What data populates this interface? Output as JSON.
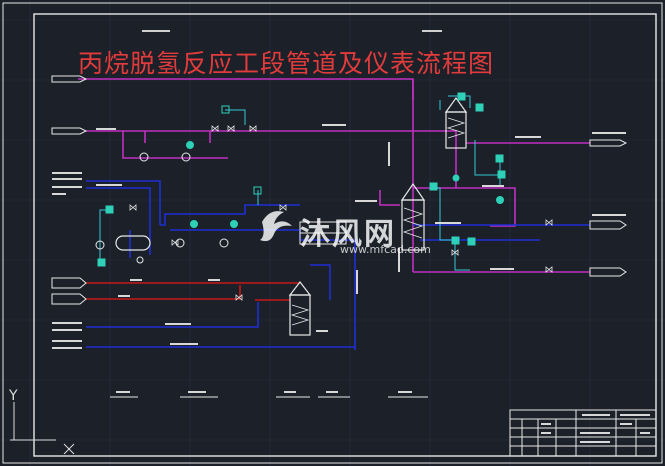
{
  "title": "丙烷脱氢反应工段管道及仪表流程图",
  "watermark": {
    "brand": "沐风网",
    "url": "www.mfcad.com"
  },
  "axis_label": "Y",
  "colors": {
    "background": "#1b2029",
    "grid": "#2a3140",
    "frame": "#e8e8e8",
    "magenta_line": "#c22fc2",
    "blue_line": "#1e2fd6",
    "cyan_line": "#35c8d8",
    "red_line": "#c81818",
    "instrument": "#2fd0b8",
    "title": "#e23b3b"
  }
}
